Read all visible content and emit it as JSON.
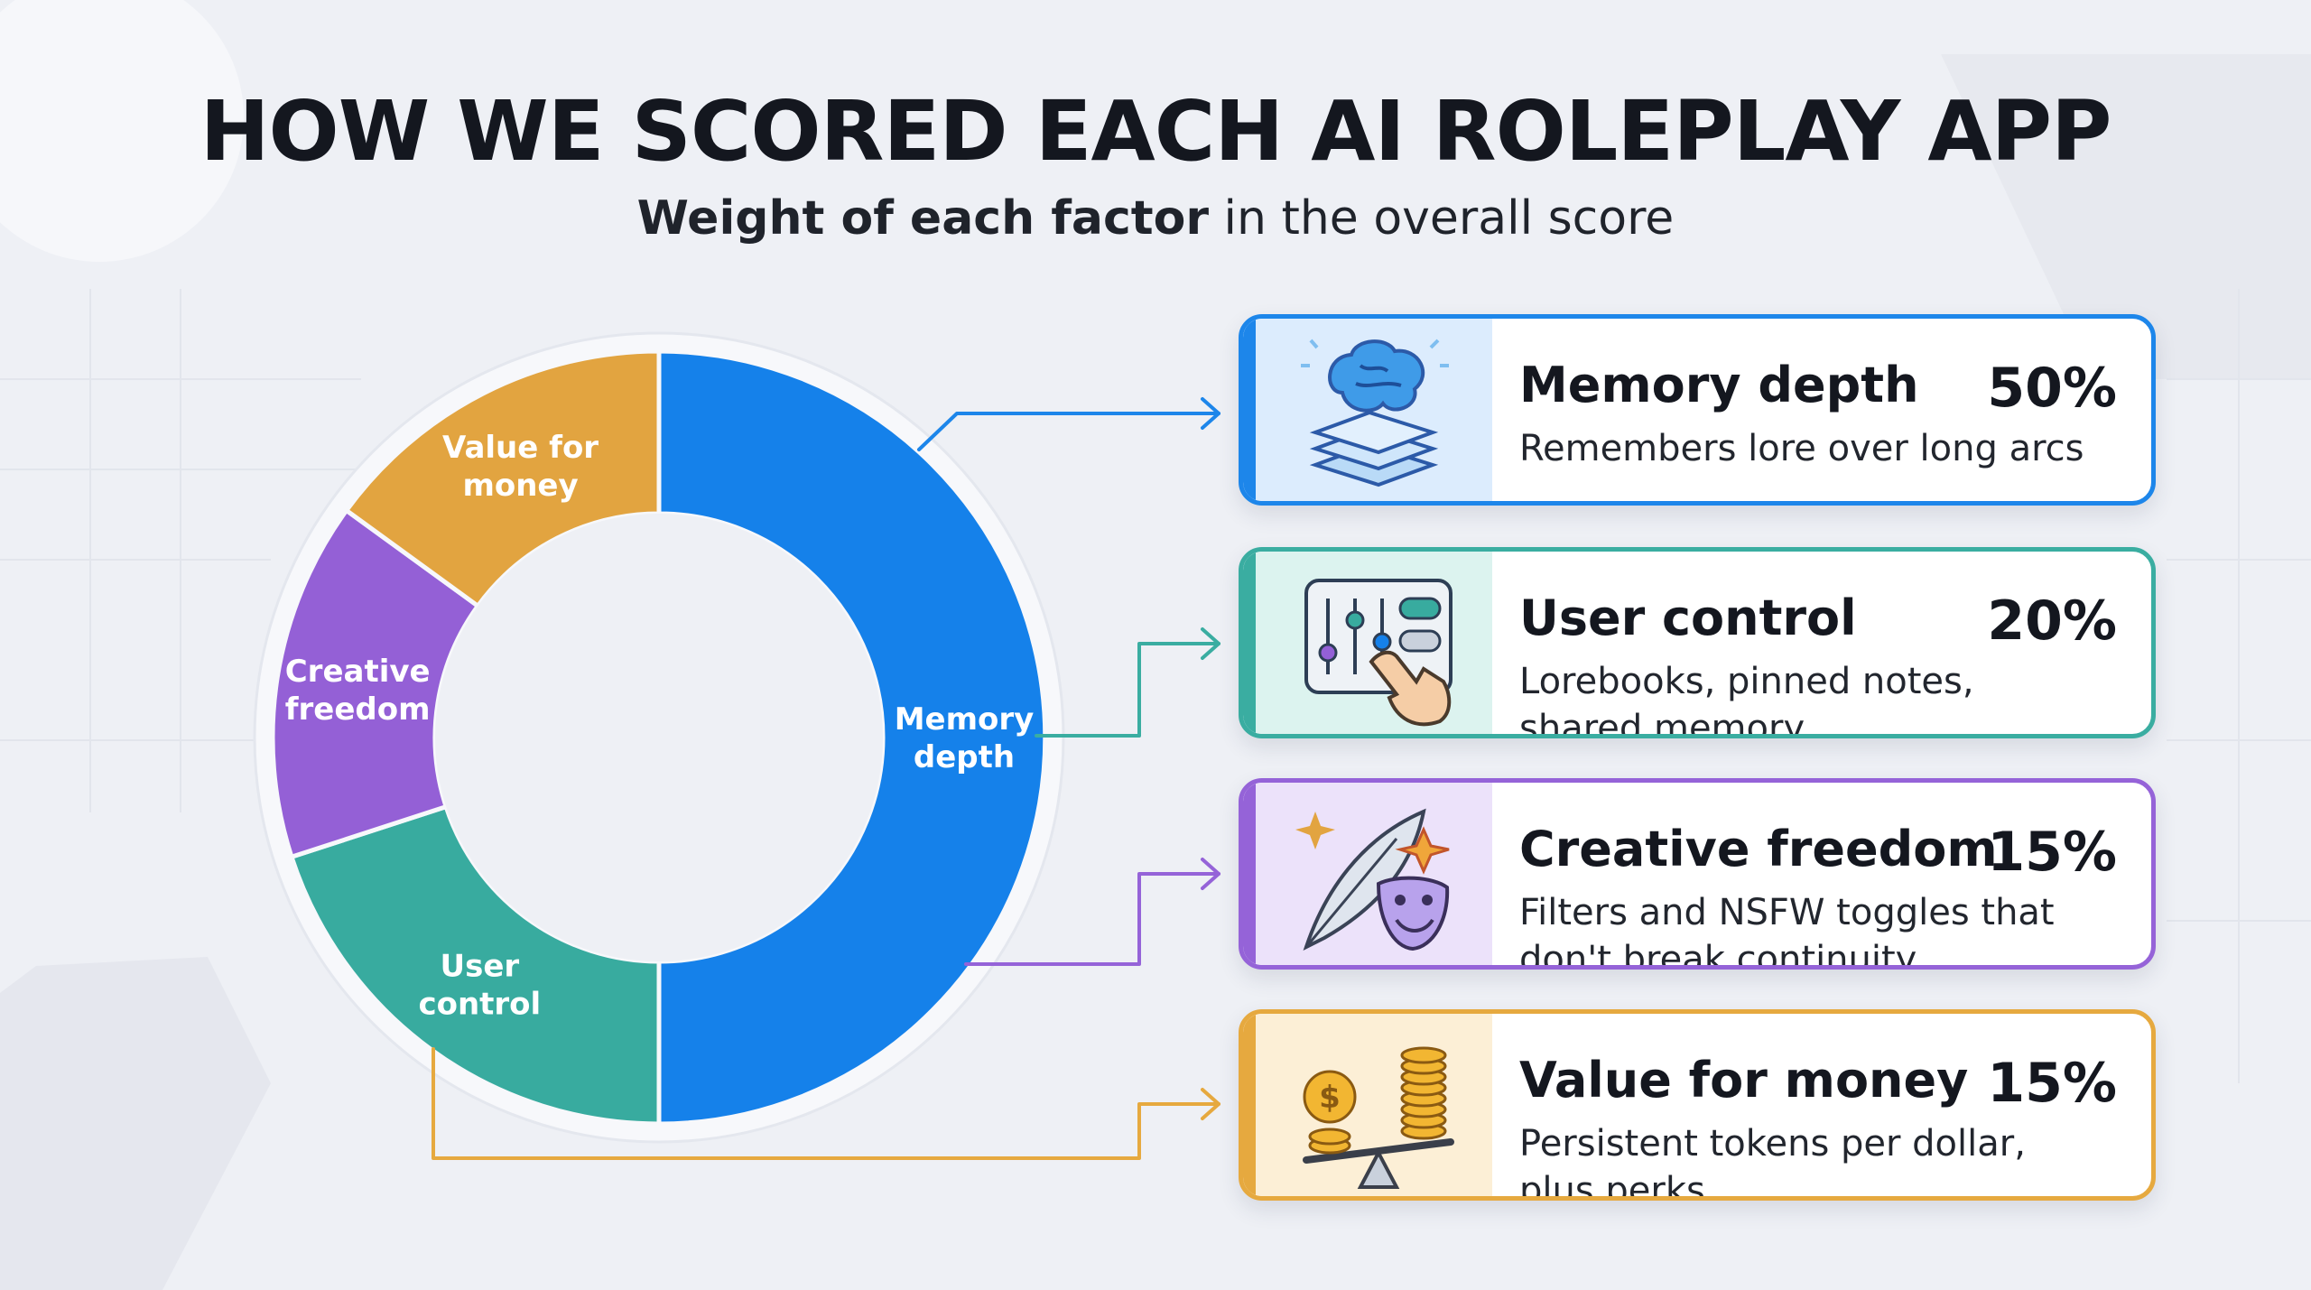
{
  "header": {
    "title": "HOW WE SCORED EACH AI ROLEPLAY APP",
    "subtitle_bold": "Weight of each factor",
    "subtitle_rest": " in the overall score"
  },
  "chart_data": {
    "type": "pie",
    "donut": true,
    "categories": [
      "Memory depth",
      "User control",
      "Creative freedom",
      "Value for money"
    ],
    "values": [
      50,
      20,
      15,
      15
    ],
    "slice_labels": [
      "Memory\ndepth",
      "User\ncontrol",
      "Creative\nfreedom",
      "Value for\nmoney"
    ],
    "colors": [
      "#1581ea",
      "#38ab9f",
      "#9460d6",
      "#e2a440"
    ],
    "legend_placement": "right"
  },
  "factors": [
    {
      "name": "Memory depth",
      "percent": "50%",
      "description": "Remembers lore over long arcs",
      "color": "#1d86ea",
      "tint": "#dcecfd",
      "icon": "brain-layers-icon"
    },
    {
      "name": "User control",
      "percent": "20%",
      "description": "Lorebooks, pinned notes, shared memory",
      "color": "#3aada1",
      "tint": "#dcf3ef",
      "icon": "sliders-hand-icon"
    },
    {
      "name": "Creative freedom",
      "percent": "15%",
      "description": "Filters and NSFW toggles that don't break continuity",
      "color": "#9563d8",
      "tint": "#ece2fa",
      "icon": "quill-mask-icon"
    },
    {
      "name": "Value for money",
      "percent": "15%",
      "description": "Persistent tokens per dollar, plus perks",
      "color": "#e6a93f",
      "tint": "#fcefd6",
      "icon": "coins-scale-icon"
    }
  ]
}
